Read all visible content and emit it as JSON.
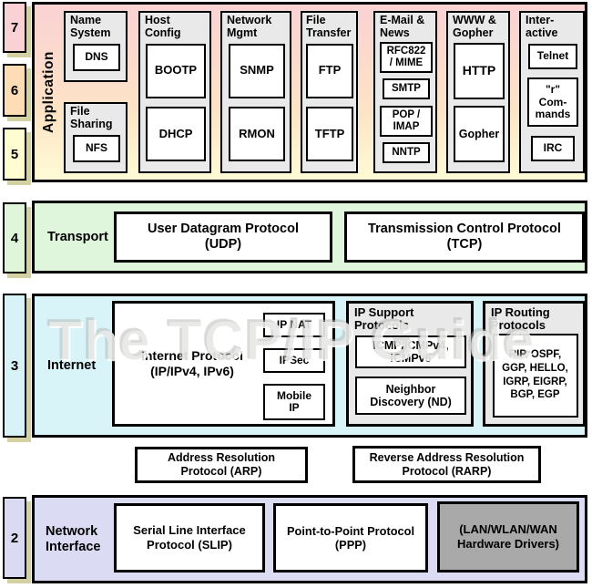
{
  "watermark": "The TCP/IP Guide",
  "badges": {
    "b7": "7",
    "b6": "6",
    "b5": "5",
    "b4": "4",
    "b3": "3",
    "b2": "2"
  },
  "application": {
    "label": "Application",
    "groups": [
      {
        "title": "Name\nSystem",
        "protocols": [
          "DNS"
        ]
      },
      {
        "title": "File\nSharing",
        "protocols": [
          "NFS"
        ]
      },
      {
        "title": "Host\nConfig",
        "protocols": [
          "BOOTP",
          "DHCP"
        ]
      },
      {
        "title": "Network\nMgmt",
        "protocols": [
          "SNMP",
          "RMON"
        ]
      },
      {
        "title": "File\nTransfer",
        "protocols": [
          "FTP",
          "TFTP"
        ]
      },
      {
        "title": "E-Mail &\nNews",
        "protocols": [
          "RFC822\n/ MIME",
          "SMTP",
          "POP /\nIMAP",
          "NNTP"
        ]
      },
      {
        "title": "WWW &\nGopher",
        "protocols": [
          "HTTP",
          "Gopher"
        ]
      },
      {
        "title": "Inter-\nactive",
        "protocols": [
          "Telnet",
          "\"r\"\nCom-\nmands",
          "IRC"
        ]
      }
    ]
  },
  "transport": {
    "label": "Transport",
    "udp": "User Datagram Protocol\n(UDP)",
    "tcp": "Transmission Control Protocol\n(TCP)"
  },
  "internet": {
    "label": "Internet",
    "ip": {
      "main": "Internet Protocol\n(IP/IPv4, IPv6)",
      "sub": [
        "IP NAT",
        "IPSec",
        "Mobile\nIP"
      ]
    },
    "support": {
      "title": "IP Support\nProtocols",
      "items": [
        "ICMP/ICMPv4,\nICMPv6",
        "Neighbor\nDiscovery (ND)"
      ]
    },
    "routing": {
      "title": "IP Routing\nProtocols",
      "items": [
        "RIP, OSPF,\nGGP, HELLO,\nIGRP, EIGRP,\nBGP, EGP"
      ]
    }
  },
  "resolution": {
    "arp": "Address Resolution\nProtocol (ARP)",
    "rarp": "Reverse Address Resolution\nProtocol (RARP)"
  },
  "network_interface": {
    "label": "Network\nInterface",
    "slip": "Serial Line Interface\nProtocol (SLIP)",
    "ppp": "Point-to-Point Protocol\n(PPP)",
    "hardware": "(LAN/WLAN/WAN\nHardware Drivers)"
  },
  "colors": {
    "layer7_pink": "#fad1d5",
    "layer6_peach": "#fcddb6",
    "layer5_yellow": "#fefcd1",
    "transport_green": "#dff6dc",
    "internet_cyan": "#d8f4f8",
    "network_lavender": "#dcdbf4",
    "group_gray": "#e9e9e9",
    "hardware_gray": "#a9a9a9",
    "shadow_tan": "#d3d1a1"
  }
}
